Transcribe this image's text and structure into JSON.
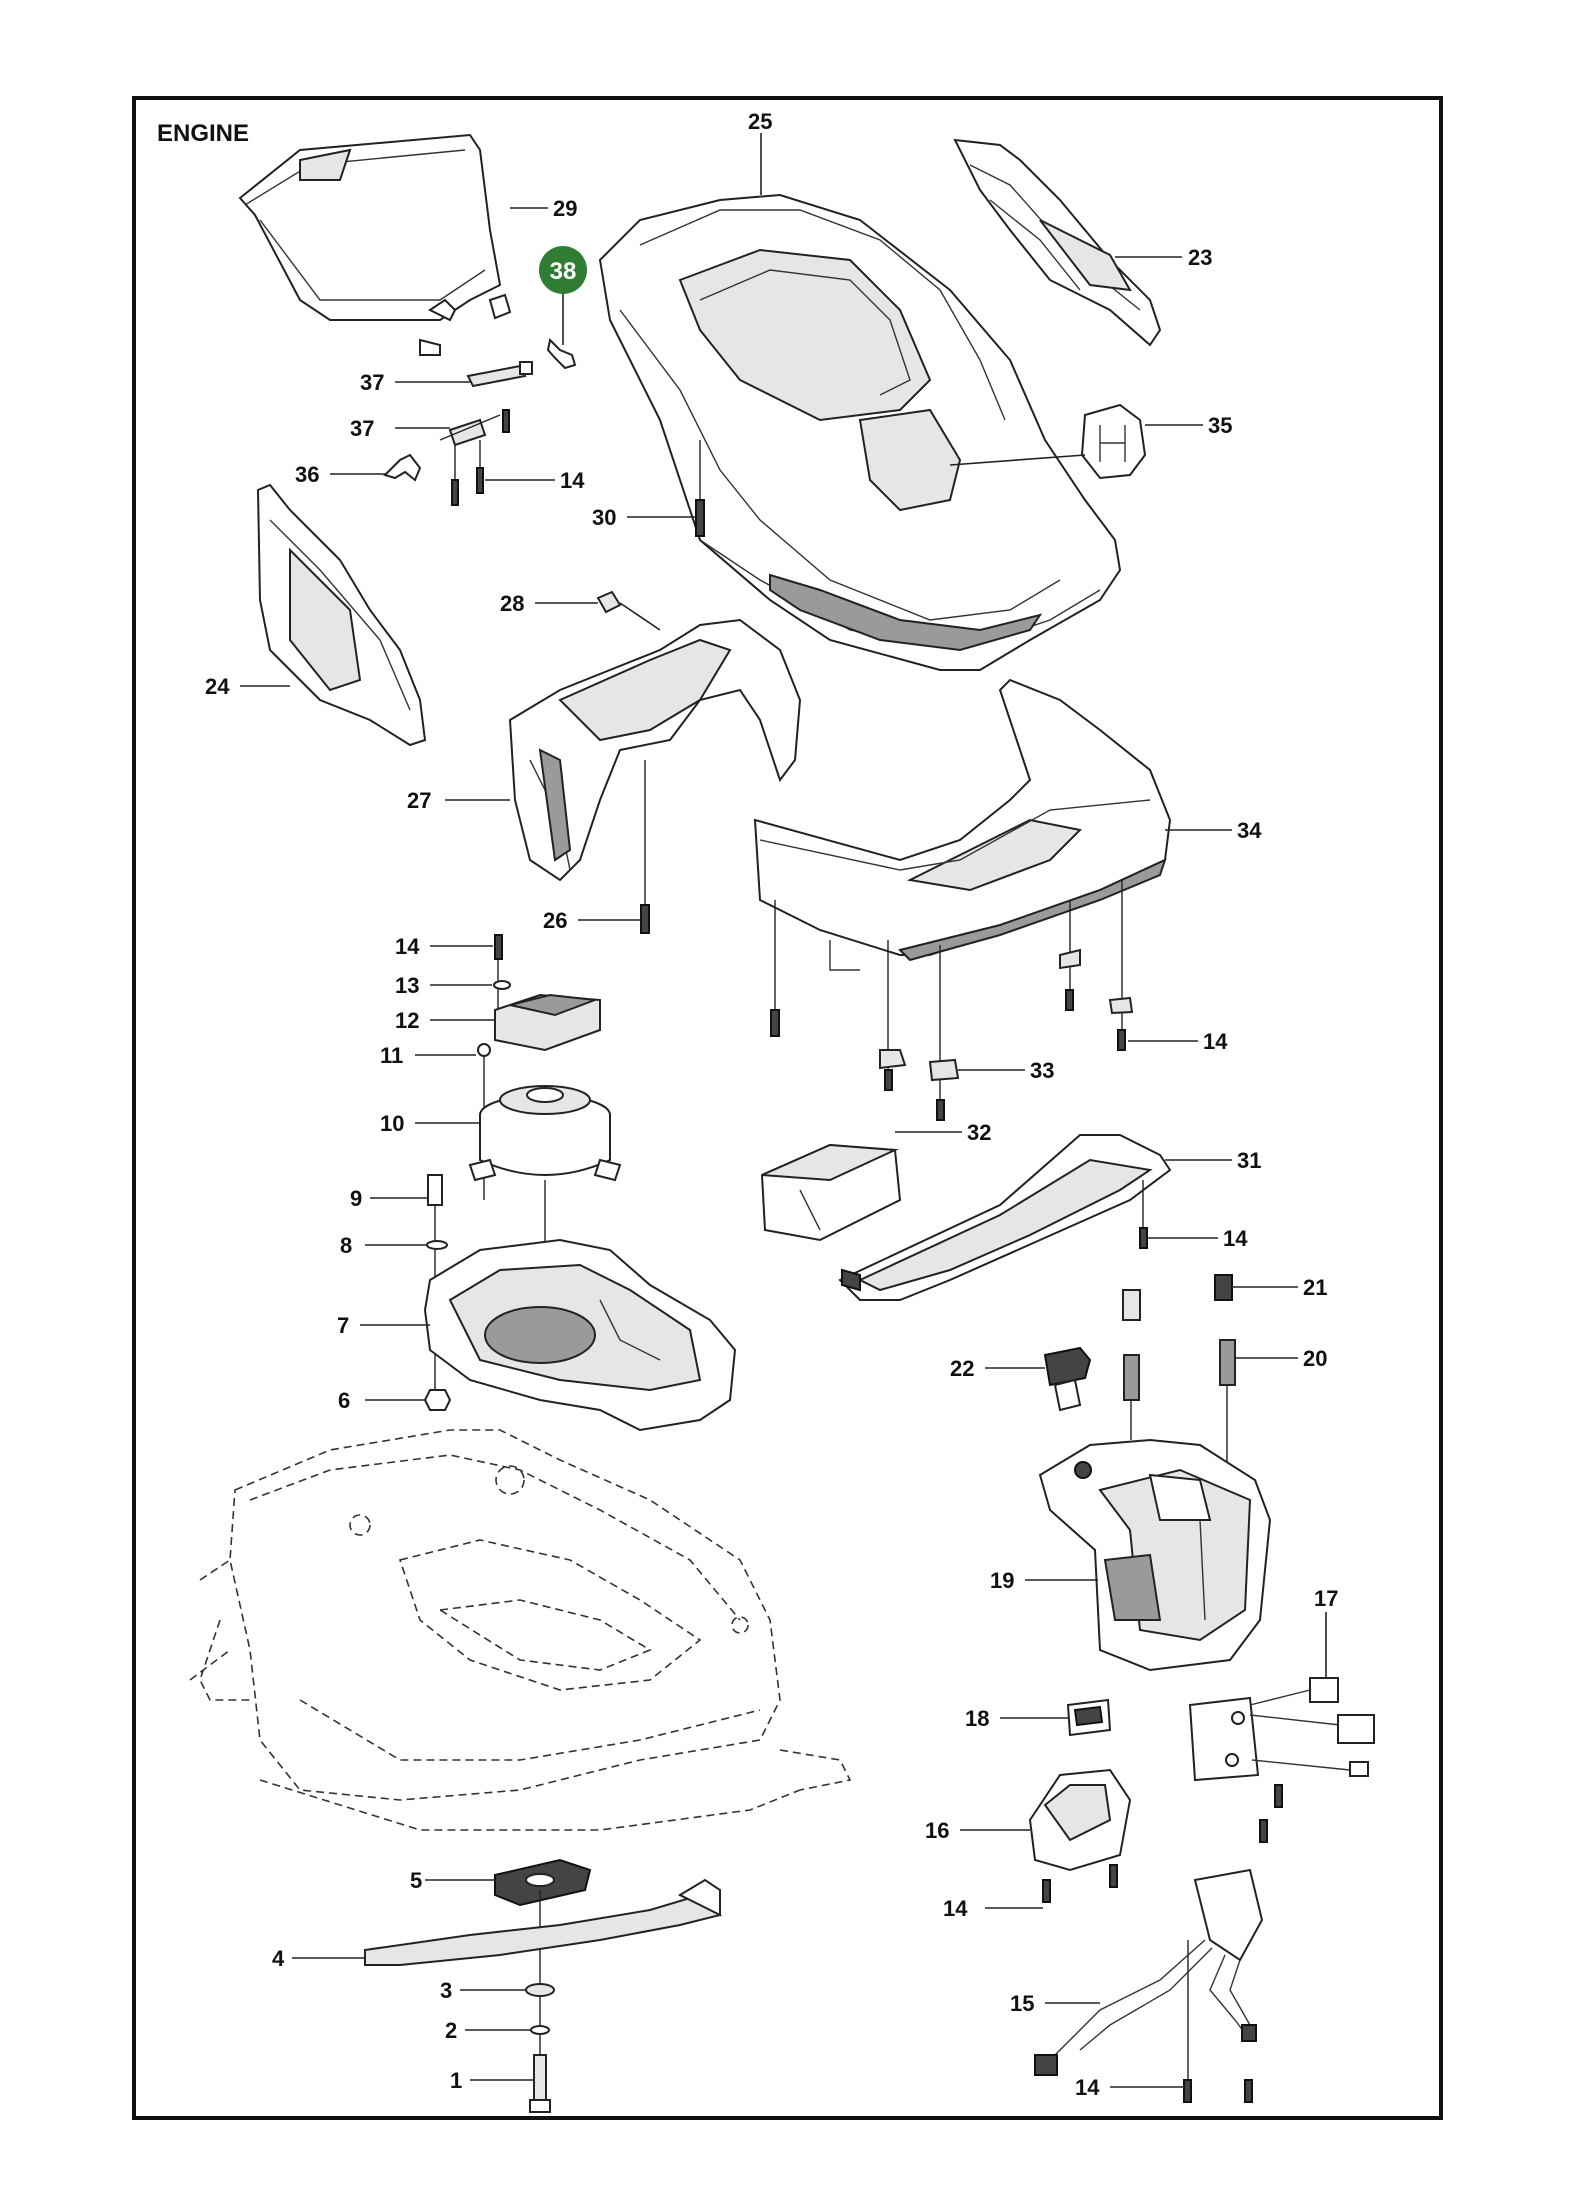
{
  "title": "ENGINE",
  "highlight": {
    "label": "38",
    "color": "#2e7d32"
  },
  "colors": {
    "line": "#222222",
    "shade": "#9a9a9a",
    "highlight": "#2e7d32"
  },
  "labels": {
    "p25": "25",
    "p29": "29",
    "p23": "23",
    "p37a": "37",
    "p37b": "37",
    "p35": "35",
    "p36": "36",
    "p14a": "14",
    "p30": "30",
    "p28": "28",
    "p24": "24",
    "p27": "27",
    "p34": "34",
    "p26": "26",
    "p14b": "14",
    "p13": "13",
    "p12": "12",
    "p11": "11",
    "p14c": "14",
    "p33": "33",
    "p10": "10",
    "p32": "32",
    "p31": "31",
    "p9": "9",
    "p8": "8",
    "p14d": "14",
    "p7": "7",
    "p21": "21",
    "p22": "22",
    "p20": "20",
    "p6": "6",
    "p19": "19",
    "p17": "17",
    "p18": "18",
    "p16": "16",
    "p5": "5",
    "p14e": "14",
    "p4": "4",
    "p15": "15",
    "p3": "3",
    "p2": "2",
    "p1": "1",
    "p14f": "14"
  }
}
